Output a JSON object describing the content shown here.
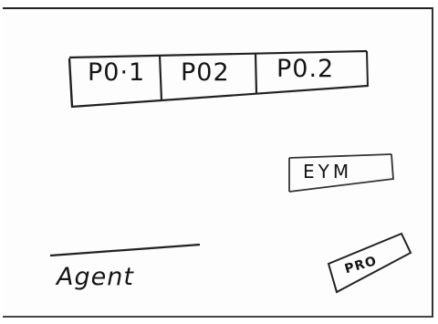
{
  "tabs": [
    {
      "label": "P0·1"
    },
    {
      "label": "P02"
    },
    {
      "label": "P0.2"
    }
  ],
  "action_button": {
    "label": "EYM"
  },
  "pro_badge": {
    "label": "PRO"
  },
  "footer": {
    "label": "Agent"
  }
}
